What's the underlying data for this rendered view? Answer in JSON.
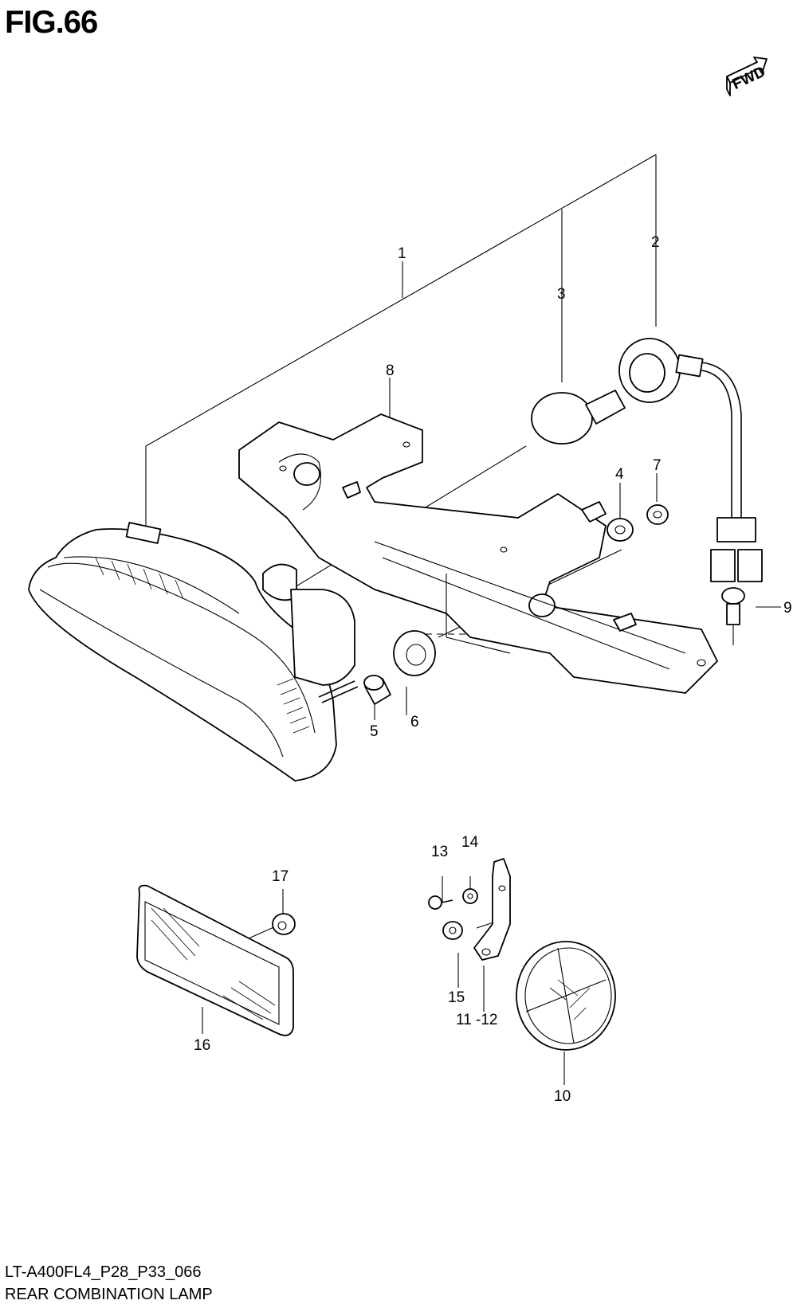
{
  "figure": {
    "title": "FIG.66",
    "fwd_label": "FWD"
  },
  "callouts": [
    {
      "id": "1",
      "label": "1"
    },
    {
      "id": "2",
      "label": "2"
    },
    {
      "id": "3",
      "label": "3"
    },
    {
      "id": "4",
      "label": "4"
    },
    {
      "id": "5",
      "label": "5"
    },
    {
      "id": "6",
      "label": "6"
    },
    {
      "id": "7",
      "label": "7"
    },
    {
      "id": "8",
      "label": "8"
    },
    {
      "id": "9",
      "label": "9"
    },
    {
      "id": "10",
      "label": "10"
    },
    {
      "id": "11-12",
      "label": "11 -12"
    },
    {
      "id": "13",
      "label": "13"
    },
    {
      "id": "14",
      "label": "14"
    },
    {
      "id": "15",
      "label": "15"
    },
    {
      "id": "16",
      "label": "16"
    },
    {
      "id": "17",
      "label": "17"
    }
  ],
  "footer": {
    "model_code": "LT-A400FL4_P28_P33_066",
    "section_name": "REAR COMBINATION LAMP"
  }
}
